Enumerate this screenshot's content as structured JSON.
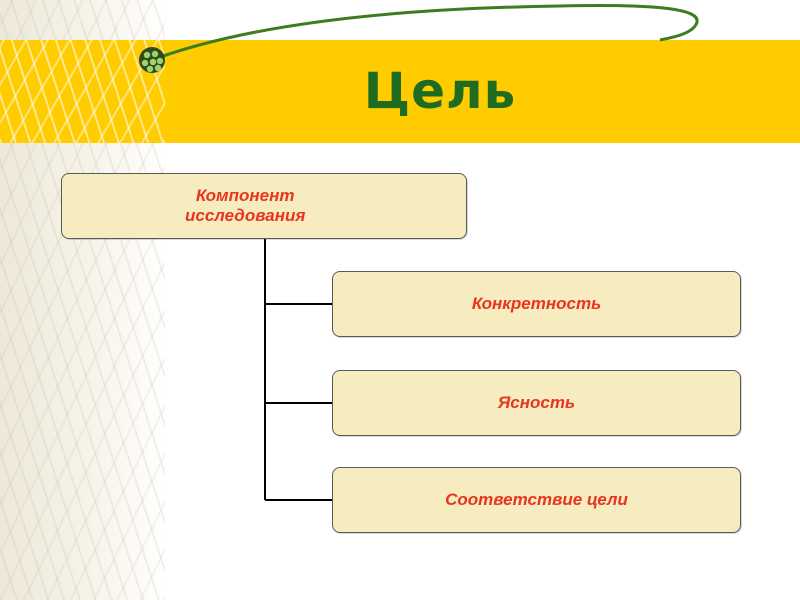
{
  "slide": {
    "title": "Цель"
  },
  "diagram": {
    "root": {
      "label": "Компонент\nисследования"
    },
    "children": [
      {
        "label": "Конкретность"
      },
      {
        "label": "Ясность"
      },
      {
        "label": "Соответствие цели"
      }
    ]
  },
  "colors": {
    "band": "#ffcc00",
    "title": "#1f6b1f",
    "box_fill": "#f7ebc0",
    "box_text": "#e8351f",
    "connector": "#000000"
  }
}
